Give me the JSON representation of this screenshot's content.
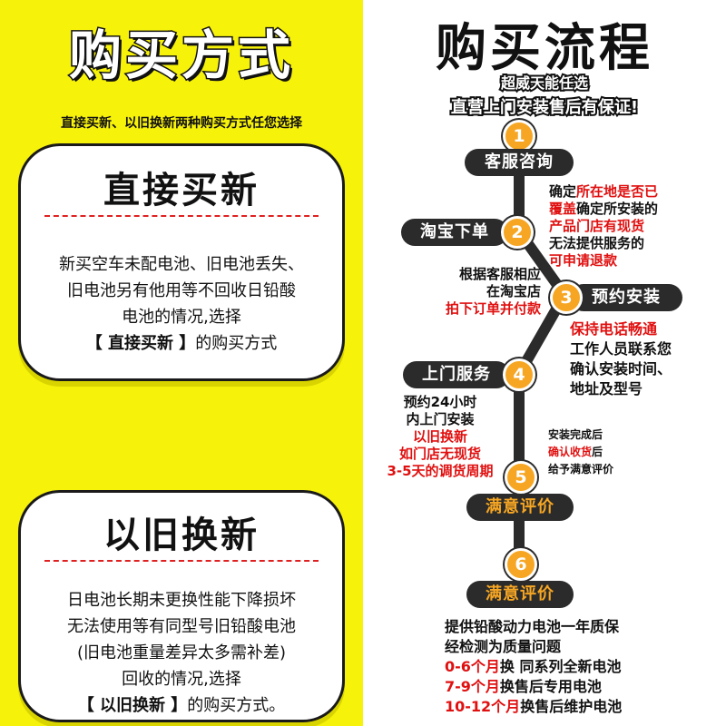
{
  "left": {
    "title": "购买方式",
    "subtitle": "直接买新、以旧换新两种购买方式任您选择",
    "card_direct": {
      "title": "直接买新",
      "lines": [
        "新买空车未配电池、旧电池丢失、",
        "旧电池另有他用等不回收日铅酸",
        "电池的情况,选择"
      ],
      "cta": "【 直接买新 】",
      "cta_suffix": "的购买方式"
    },
    "card_tradein": {
      "title": "以旧换新",
      "lines": [
        "日电池长期未更换性能下降损坏",
        "无法使用等有同型号旧铅酸电池",
        "(旧电池重量差异太多需补差)",
        "回收的情况,选择"
      ],
      "cta": "【 以旧换新 】",
      "cta_suffix": "的购买方式。"
    }
  },
  "right": {
    "title": "购买流程",
    "subtitle1": "超威天能任选",
    "subtitle2": "直营上门安装售后有保证!",
    "steps": [
      {
        "num": "1",
        "label": "客服咨询"
      },
      {
        "num": "2",
        "label": "淘宝下单"
      },
      {
        "num": "3",
        "label": "预约安装"
      },
      {
        "num": "4",
        "label": "上门服务"
      },
      {
        "num": "5",
        "label": "满意评价"
      },
      {
        "num": "6",
        "label": "满意评价"
      }
    ],
    "note1": {
      "a": "确定",
      "b": "所在地是否已",
      "c": "覆盖",
      "d": "确定所安装的",
      "e": "产品门店有现货",
      "f": "无法提供服务的",
      "g": "可申请退款"
    },
    "note2": {
      "l1": "根据客服相应",
      "l2": "在淘宝店",
      "l3": "拍下订单并付款"
    },
    "note3": {
      "l1": "保持电话畅通",
      "l2": "工作人员联系您",
      "l3": "确认安装时间、",
      "l4": "地址及型号"
    },
    "note4": {
      "l1": "预约24小时",
      "l2": "内上门安装",
      "l3": "以旧换新",
      "l4": "如门店无现货",
      "l5": "3-5天的调货周期"
    },
    "note5": {
      "l1": "安装完成后",
      "l2a": "确认收货",
      "l2b": "后",
      "l3": "给予满意评价"
    },
    "warranty": {
      "l1": "提供铅酸动力电池一年质保",
      "l2": "经检测为质量问题",
      "r1a": "0-6个月",
      "r1b": "换 同系列全新电池",
      "r2a": "7-9个月",
      "r2b": "换售后专用电池",
      "r3a": "10-12个月",
      "r3b": "换售后维护电池"
    },
    "colors": {
      "accent": "#f6a623",
      "path": "#2b2b2b",
      "highlight": "#e01010",
      "left_bg": "#f7f20a"
    }
  }
}
